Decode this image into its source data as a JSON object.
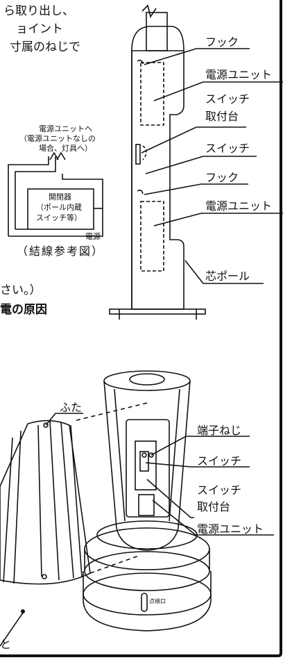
{
  "instructions": {
    "line1": "ら取り出し、",
    "line2": "ョイント",
    "line3": "寸属のねじで",
    "line4": "さい。）",
    "warning": "電の原因"
  },
  "pole_diagram": {
    "labels": {
      "hook_top": "フック",
      "power_unit_top": "電源ユニット",
      "switch_base_line1": "スイッチ",
      "switch_base_line2": "取付台",
      "switch": "スイッチ",
      "hook_bottom": "フック",
      "power_unit_bottom": "電源ユニット",
      "core_pole": "芯ポール"
    }
  },
  "wiring_diagram": {
    "to_unit_line1": "電源ユニットへ",
    "to_unit_line2": "（電源ユニットなしの",
    "to_unit_line3": "場合、灯具へ）",
    "switch_line1": "開閉器",
    "switch_line2": "（ポール内蔵",
    "switch_line3": "スイッチ等）",
    "power": "電源",
    "caption": "（結線参考図）"
  },
  "lamp_diagram": {
    "labels": {
      "cover": "ふた",
      "terminal_screw": "端子ねじ",
      "switch": "スイッチ",
      "switch_base_line1": "スイッチ",
      "switch_base_line2": "取付台",
      "power_unit": "電源ユニット",
      "inspection_port": "点検口",
      "partial_bottom": "と"
    }
  }
}
